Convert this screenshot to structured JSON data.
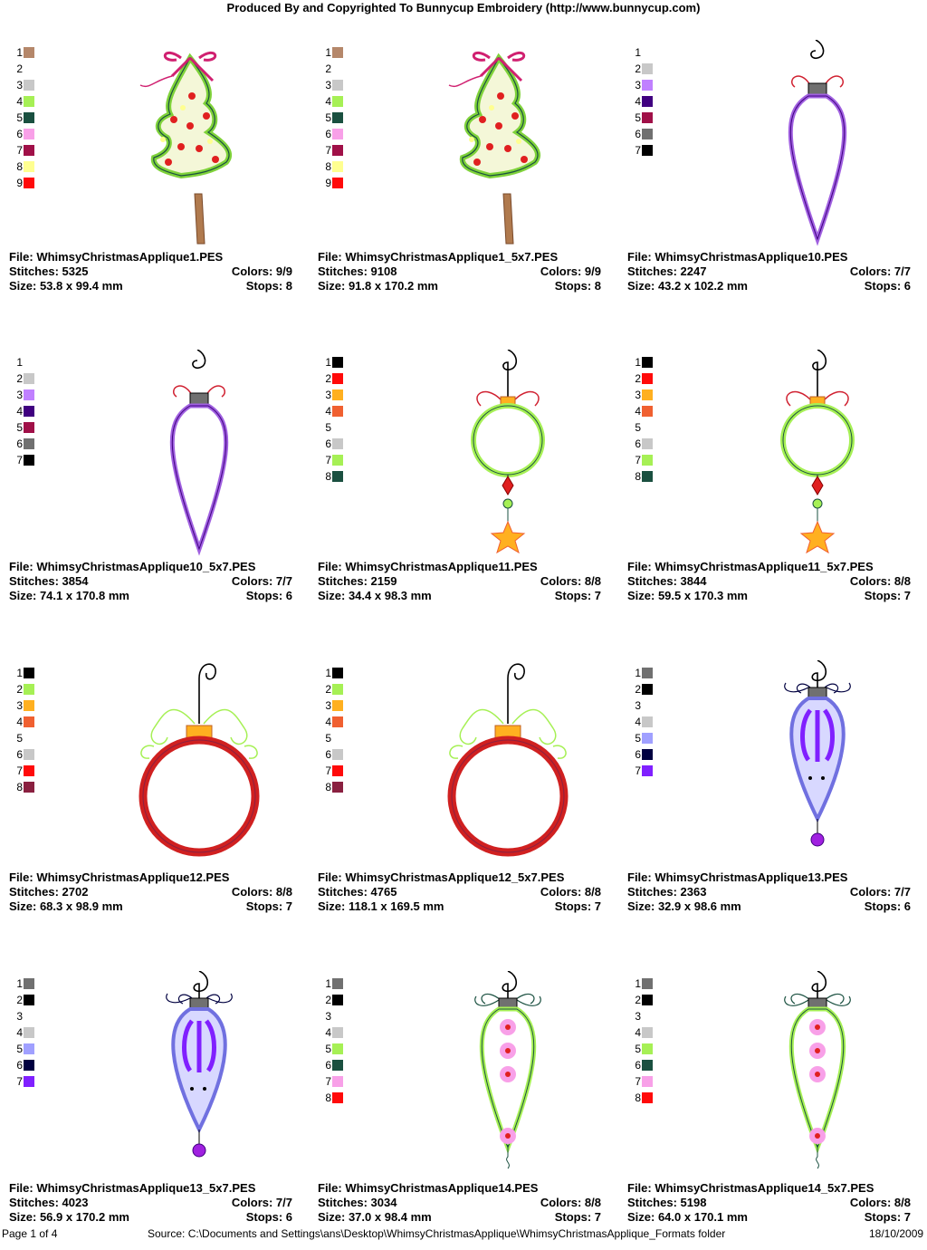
{
  "header": "Produced By and Copyrighted To Bunnycup Embroidery (http://www.bunnycup.com)",
  "labels": {
    "file": "File: ",
    "stitches": "Stitches: ",
    "colors": "Colors: ",
    "size": "Size: ",
    "stops": "Stops: "
  },
  "designs": [
    {
      "file": "WhimsyChristmasApplique1.PES",
      "stitches": "5325",
      "colors": "9/9",
      "size": "53.8 x 99.4 mm",
      "stops": "8",
      "art": "tree",
      "swatches": [
        "#b5876a",
        "",
        "#c8c8c8",
        "#a6f055",
        "#1a5040",
        "#f8a0e8",
        "#a01048",
        "#ffff90",
        "#ff0a0a"
      ]
    },
    {
      "file": "WhimsyChristmasApplique1_5x7.PES",
      "stitches": "9108",
      "colors": "9/9",
      "size": "91.8 x 170.2 mm",
      "stops": "8",
      "art": "tree",
      "swatches": [
        "#b5876a",
        "",
        "#c8c8c8",
        "#a6f055",
        "#1a5040",
        "#f8a0e8",
        "#a01048",
        "#ffff90",
        "#ff0a0a"
      ]
    },
    {
      "file": "WhimsyChristmasApplique10.PES",
      "stitches": "2247",
      "colors": "7/7",
      "size": "43.2 x 102.2 mm",
      "stops": "6",
      "art": "drop",
      "swatches": [
        "",
        "#c8c8c8",
        "#c080ff",
        "#400080",
        "#a01048",
        "#707070",
        "#000000"
      ]
    },
    {
      "file": "WhimsyChristmasApplique10_5x7.PES",
      "stitches": "3854",
      "colors": "7/7",
      "size": "74.1 x 170.8 mm",
      "stops": "6",
      "art": "drop",
      "swatches": [
        "",
        "#c8c8c8",
        "#c080ff",
        "#400080",
        "#a01048",
        "#707070",
        "#000000"
      ]
    },
    {
      "file": "WhimsyChristmasApplique11.PES",
      "stitches": "2159",
      "colors": "8/8",
      "size": "34.4 x 98.3 mm",
      "stops": "7",
      "art": "ring",
      "swatches": [
        "#000000",
        "#ff0a0a",
        "#ffb020",
        "#f06030",
        "",
        "#c8c8c8",
        "#a6f055",
        "#1a5040"
      ]
    },
    {
      "file": "WhimsyChristmasApplique11_5x7.PES",
      "stitches": "3844",
      "colors": "8/8",
      "size": "59.5 x 170.3 mm",
      "stops": "7",
      "art": "ring",
      "swatches": [
        "#000000",
        "#ff0a0a",
        "#ffb020",
        "#f06030",
        "",
        "#c8c8c8",
        "#a6f055",
        "#1a5040"
      ]
    },
    {
      "file": "WhimsyChristmasApplique12.PES",
      "stitches": "2702",
      "colors": "8/8",
      "size": "68.3 x 98.9 mm",
      "stops": "7",
      "art": "ball",
      "swatches": [
        "#000000",
        "#a6f055",
        "#ffb020",
        "#f06030",
        "",
        "#c8c8c8",
        "#ff0a0a",
        "#8a2040"
      ]
    },
    {
      "file": "WhimsyChristmasApplique12_5x7.PES",
      "stitches": "4765",
      "colors": "8/8",
      "size": "118.1 x 169.5 mm",
      "stops": "7",
      "art": "ball",
      "swatches": [
        "#000000",
        "#a6f055",
        "#ffb020",
        "#f06030",
        "",
        "#c8c8c8",
        "#ff0a0a",
        "#8a2040"
      ]
    },
    {
      "file": "WhimsyChristmasApplique13.PES",
      "stitches": "2363",
      "colors": "7/7",
      "size": "32.9 x 98.6 mm",
      "stops": "6",
      "art": "icicle",
      "swatches": [
        "#707070",
        "#000000",
        "",
        "#c8c8c8",
        "#a0a0ff",
        "#000040",
        "#8020ff"
      ]
    },
    {
      "file": "WhimsyChristmasApplique13_5x7.PES",
      "stitches": "4023",
      "colors": "7/7",
      "size": "56.9 x 170.2 mm",
      "stops": "6",
      "art": "icicle",
      "swatches": [
        "#707070",
        "#000000",
        "",
        "#c8c8c8",
        "#a0a0ff",
        "#000040",
        "#8020ff"
      ]
    },
    {
      "file": "WhimsyChristmasApplique14.PES",
      "stitches": "3034",
      "colors": "8/8",
      "size": "37.0 x 98.4 mm",
      "stops": "7",
      "art": "flower",
      "swatches": [
        "#707070",
        "#000000",
        "",
        "#c8c8c8",
        "#a6f055",
        "#1a5040",
        "#f8a0e8",
        "#ff0a0a"
      ]
    },
    {
      "file": "WhimsyChristmasApplique14_5x7.PES",
      "stitches": "5198",
      "colors": "8/8",
      "size": "64.0 x 170.1 mm",
      "stops": "7",
      "art": "flower",
      "swatches": [
        "#707070",
        "#000000",
        "",
        "#c8c8c8",
        "#a6f055",
        "#1a5040",
        "#f8a0e8",
        "#ff0a0a"
      ]
    }
  ],
  "footer": {
    "page": "Page 1 of 4",
    "source": "Source: C:\\Documents and Settings\\ans\\Desktop\\WhimsyChristmasApplique\\WhimsyChristmasApplique_Formats folder",
    "date": "18/10/2009"
  }
}
